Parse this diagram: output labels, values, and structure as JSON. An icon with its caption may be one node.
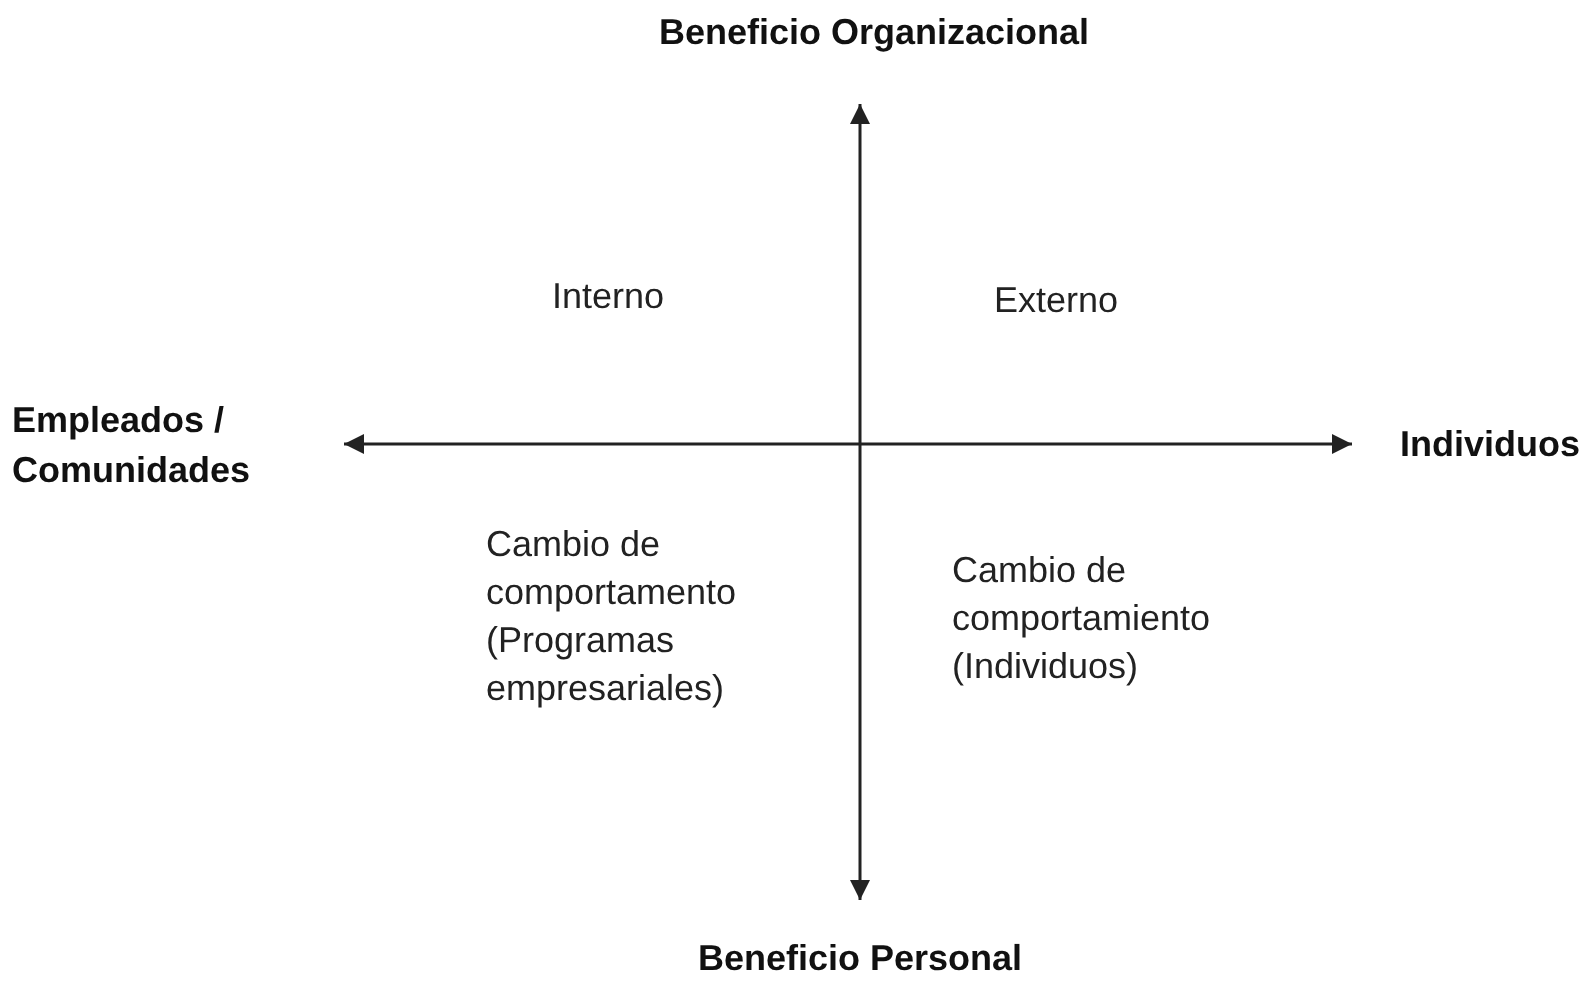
{
  "diagram": {
    "nodes": [
      {
        "text": [
          "Beneficio Organizacional"
        ]
      },
      {
        "text": [
          "Beneficio Personal"
        ]
      },
      {
        "text": [
          "Empleados / Comunidades"
        ]
      },
      {
        "text": [
          "Individuos"
        ]
      }
    ],
    "edges": [
      {
        "from": 0,
        "to": 1,
        "arrow": "both"
      },
      {
        "from": 2,
        "to": 3,
        "arrow": "both"
      }
    ],
    "labels": [
      "Interno",
      "Externo",
      "Cambio de comportamento (Programas empresariales)",
      "Cambio de comportamiento (Individuos)"
    ]
  }
}
